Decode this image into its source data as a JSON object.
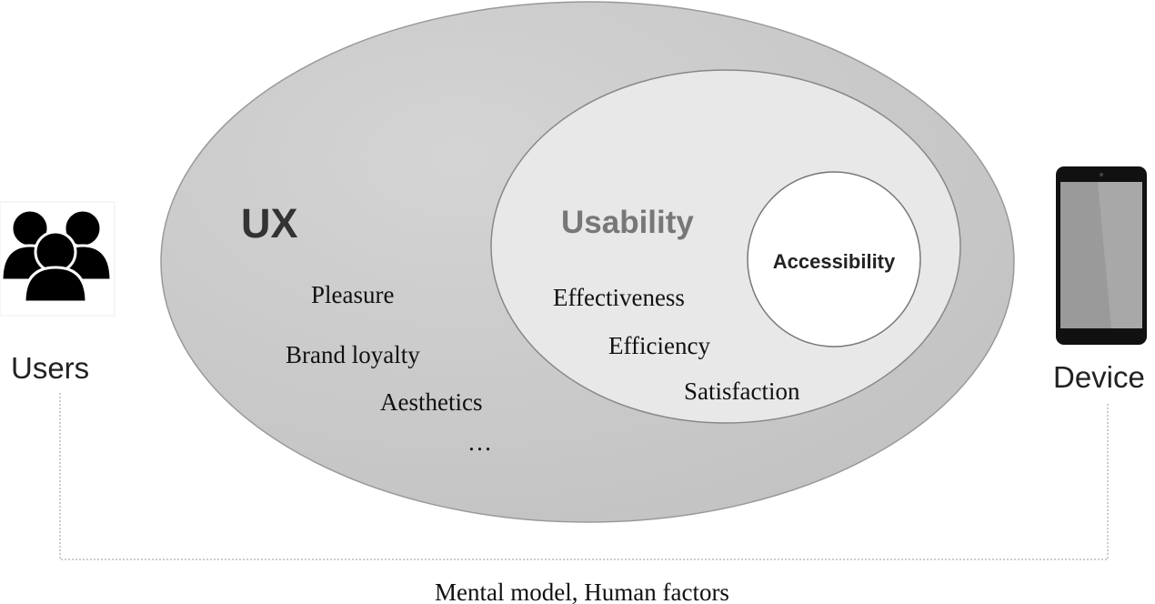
{
  "ux": {
    "title": "UX",
    "items": [
      "Pleasure",
      "Brand loyalty",
      "Aesthetics",
      "…"
    ]
  },
  "usability": {
    "title": "Usability",
    "items": [
      "Effectiveness",
      "Efficiency",
      "Satisfaction"
    ]
  },
  "accessibility": {
    "title": "Accessibility"
  },
  "users": {
    "label": "Users",
    "icon": "users-group-icon"
  },
  "device": {
    "label": "Device",
    "icon": "smartphone-icon"
  },
  "connector": {
    "label": "Mental model, Human factors"
  },
  "colors": {
    "outer": "#c9c9c9",
    "inner": "#e8e8e8",
    "core": "#ffffff",
    "ux_title": "#333333",
    "usability_title": "#777777"
  }
}
